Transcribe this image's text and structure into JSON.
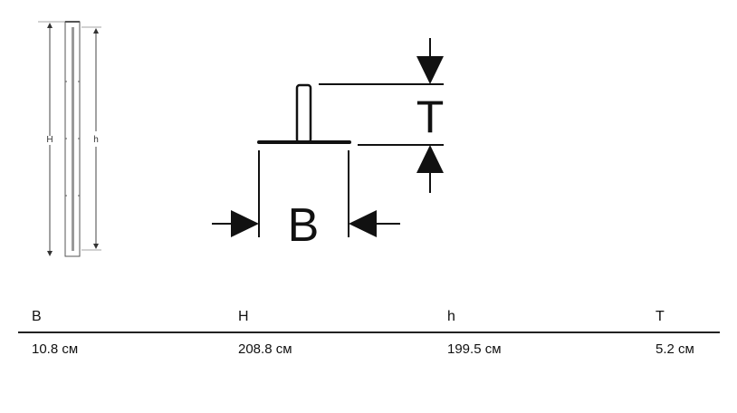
{
  "drawing": {
    "side_labels": {
      "overall_height": "H",
      "inner_height": "h"
    },
    "profile_labels": {
      "width": "B",
      "thickness": "T"
    }
  },
  "table": {
    "headers": [
      "B",
      "H",
      "h",
      "T"
    ],
    "values": [
      "10.8 см",
      "208.8 см",
      "199.5 см",
      "5.2 см"
    ]
  }
}
